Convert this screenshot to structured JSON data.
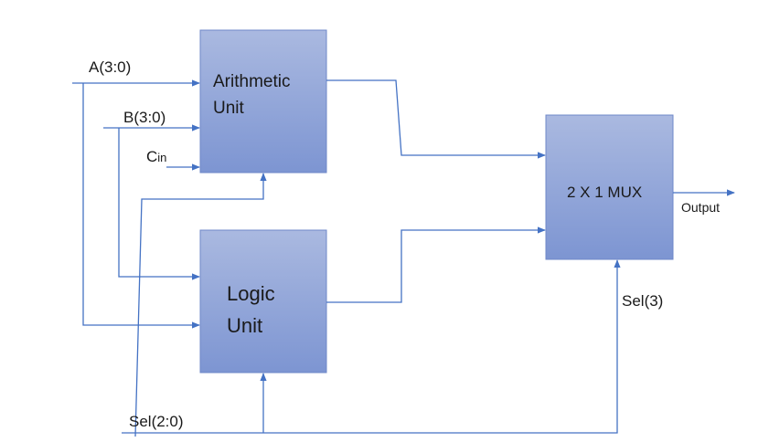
{
  "blocks": {
    "arithmetic": {
      "line1": "Arithmetic",
      "line2": "Unit"
    },
    "logic": {
      "line1": "Logic",
      "line2": "Unit"
    },
    "mux": {
      "label": "2 X 1 MUX"
    }
  },
  "signals": {
    "a": "A(3:0)",
    "b": "B(3:0)",
    "cin_main": "C",
    "cin_sub": "in",
    "sel_low": "Sel(2:0)",
    "sel_high": "Sel(3)",
    "output": "Output"
  },
  "colors": {
    "block_top": "#aab9e0",
    "block_bottom": "#7d95d2",
    "block_border": "#6f88c8",
    "wire": "#4472c4"
  }
}
